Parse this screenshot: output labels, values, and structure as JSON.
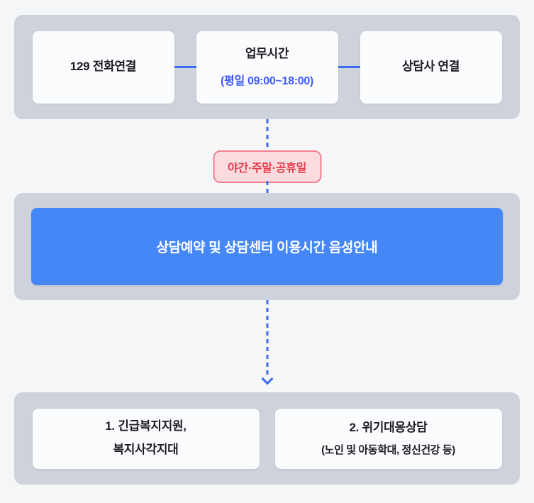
{
  "colors": {
    "page_background": "#f5f6f8",
    "panel_background": "#ced3db",
    "card_background": "#fbfcfd",
    "text_dark": "#1b1d22",
    "accent_blue_text": "#3d5afe",
    "connector_blue": "#3e6bf2",
    "cta_button_blue": "#4687f8",
    "cta_button_text": "#ffffff",
    "badge_background": "#fadcdf",
    "badge_border": "#ef808e",
    "badge_text": "#e33c49"
  },
  "flow": {
    "step1": {
      "cards": [
        {
          "title": "129 전화연결"
        },
        {
          "title": "업무시간",
          "subtitle": "(평일 09:00~18:00)"
        },
        {
          "title": "상담사 연결"
        }
      ]
    },
    "badge": {
      "label": "야간·주말·공휴일"
    },
    "step2": {
      "button_label": "상담예약 및 상담센터 이용시간 음성안내"
    },
    "step3": {
      "cards": [
        {
          "line1": "1. 긴급복지지원,",
          "line2": "복지사각지대"
        },
        {
          "line1": "2. 위기대응상담",
          "line2": "(노인 및 아동학대, 정신건강 등)"
        }
      ]
    }
  }
}
